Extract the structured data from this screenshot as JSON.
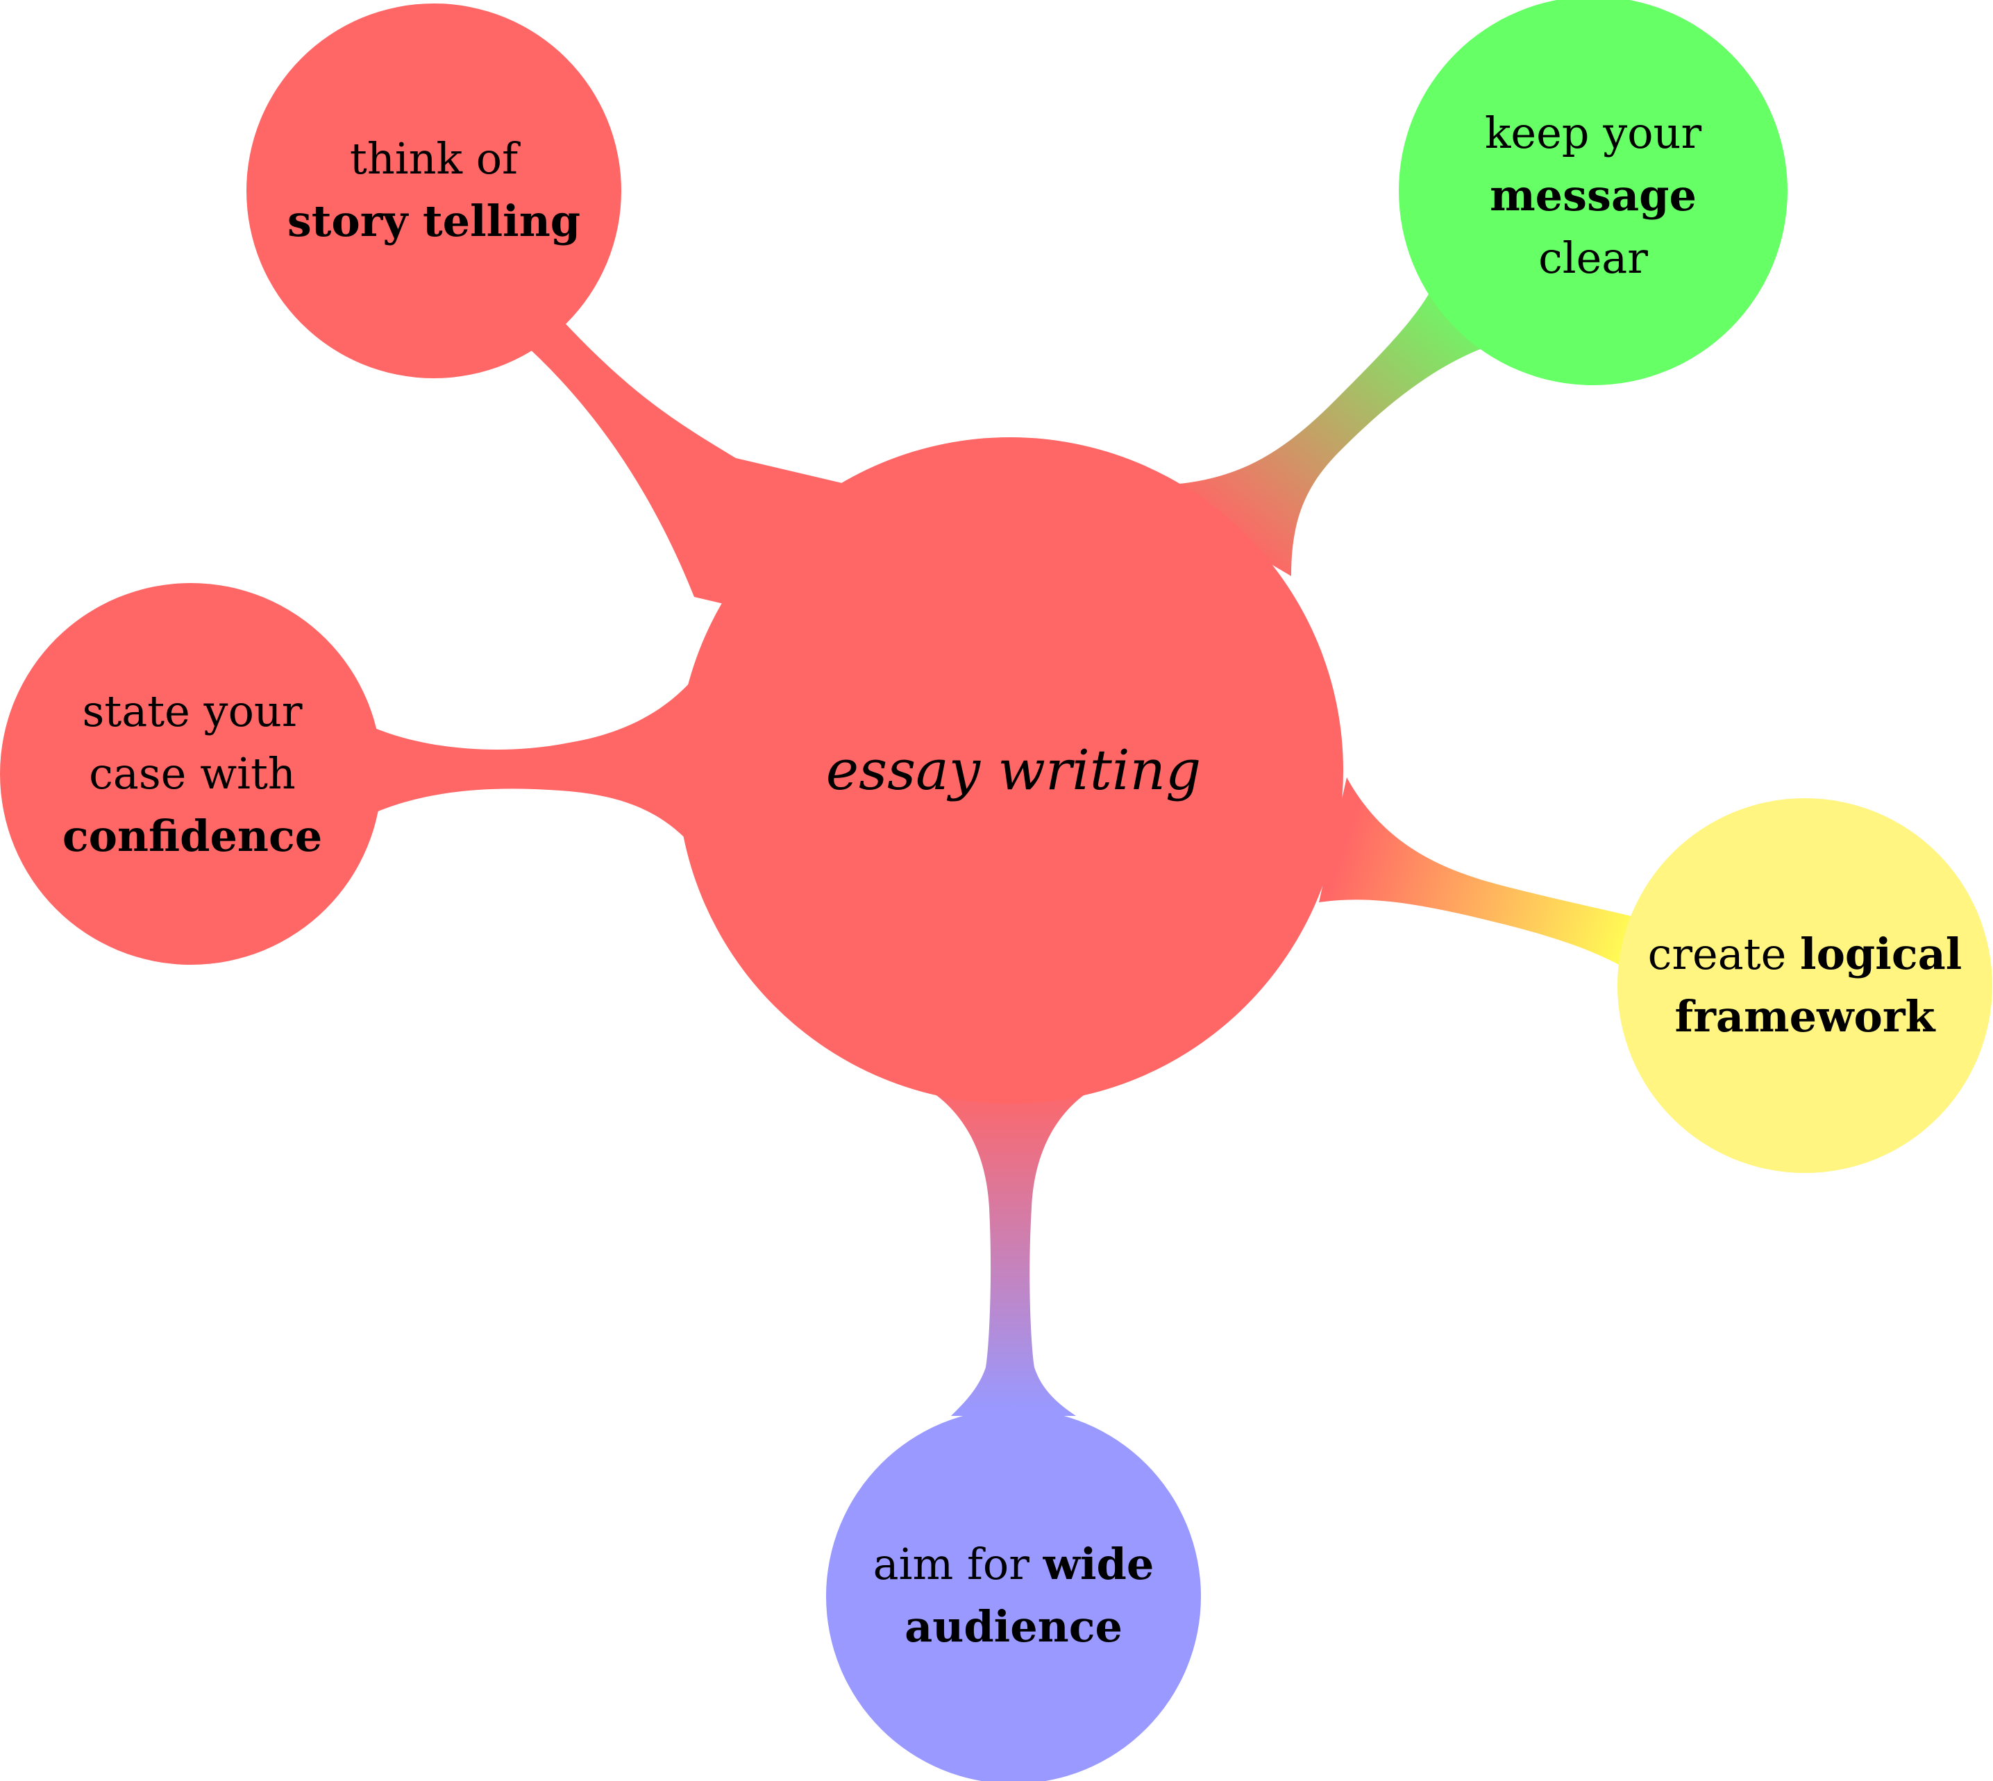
{
  "center": {
    "label": "essay writing",
    "color": "#ff6666"
  },
  "nodes": [
    {
      "id": "story",
      "color": "#ff6666",
      "lines": [
        [
          {
            "t": "think of",
            "b": false
          }
        ],
        [
          {
            "t": "story telling",
            "b": true
          }
        ]
      ]
    },
    {
      "id": "message",
      "color": "#66ff66",
      "lines": [
        [
          {
            "t": "keep your",
            "b": false
          }
        ],
        [
          {
            "t": "message",
            "b": true
          }
        ],
        [
          {
            "t": "clear",
            "b": false
          }
        ]
      ]
    },
    {
      "id": "confidence",
      "color": "#ff6666",
      "lines": [
        [
          {
            "t": "state your",
            "b": false
          }
        ],
        [
          {
            "t": "case with",
            "b": false
          }
        ],
        [
          {
            "t": "confidence",
            "b": true
          }
        ]
      ]
    },
    {
      "id": "logical",
      "color": "#fff580",
      "lines": [
        [
          {
            "t": "create ",
            "b": false
          },
          {
            "t": "logical",
            "b": true
          }
        ],
        [
          {
            "t": "framework",
            "b": true
          }
        ]
      ]
    },
    {
      "id": "audience",
      "color": "#9999ff",
      "lines": [
        [
          {
            "t": "aim for ",
            "b": false
          },
          {
            "t": "wide",
            "b": true
          }
        ],
        [
          {
            "t": "audience",
            "b": true
          }
        ]
      ]
    }
  ]
}
